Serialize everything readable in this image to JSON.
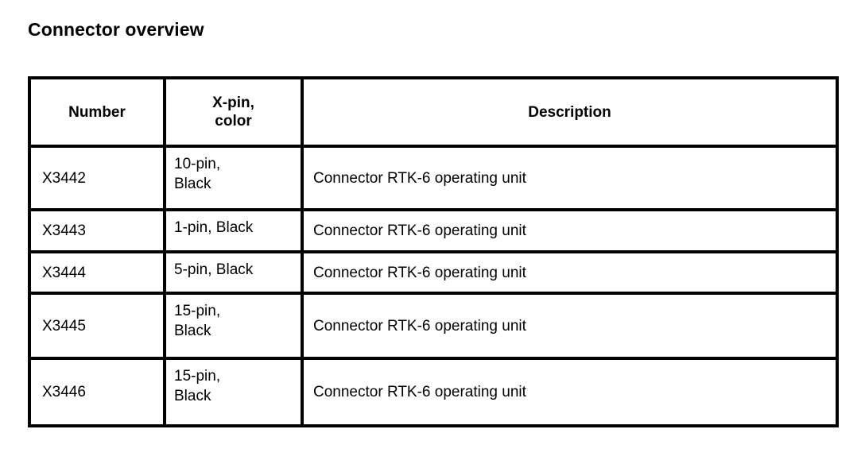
{
  "page": {
    "title": "Connector overview",
    "background_color": "#ffffff",
    "text_color": "#000000",
    "border_color": "#000000"
  },
  "table": {
    "headers": {
      "number": "Number",
      "xpin_line1": "X-pin,",
      "xpin_line2": "color",
      "description": "Description"
    },
    "rows": [
      {
        "number": "X3442",
        "xpin_line1": "10-pin,",
        "xpin_line2": "Black",
        "xpin": "10-pin, Black",
        "description": "Connector RTK-6 operating unit"
      },
      {
        "number": "X3443",
        "xpin_line1": "1-pin, Black",
        "xpin_line2": "",
        "xpin": "1-pin, Black",
        "description": "Connector RTK-6 operating unit"
      },
      {
        "number": "X3444",
        "xpin_line1": "5-pin, Black",
        "xpin_line2": "",
        "xpin": "5-pin, Black",
        "description": "Connector RTK-6 operating unit"
      },
      {
        "number": "X3445",
        "xpin_line1": "15-pin,",
        "xpin_line2": "Black",
        "xpin": "15-pin, Black",
        "description": "Connector RTK-6 operating unit"
      },
      {
        "number": "X3446",
        "xpin_line1": "15-pin,",
        "xpin_line2": "Black",
        "xpin": "15-pin, Black",
        "description": "Connector RTK-6 operating unit"
      }
    ]
  }
}
